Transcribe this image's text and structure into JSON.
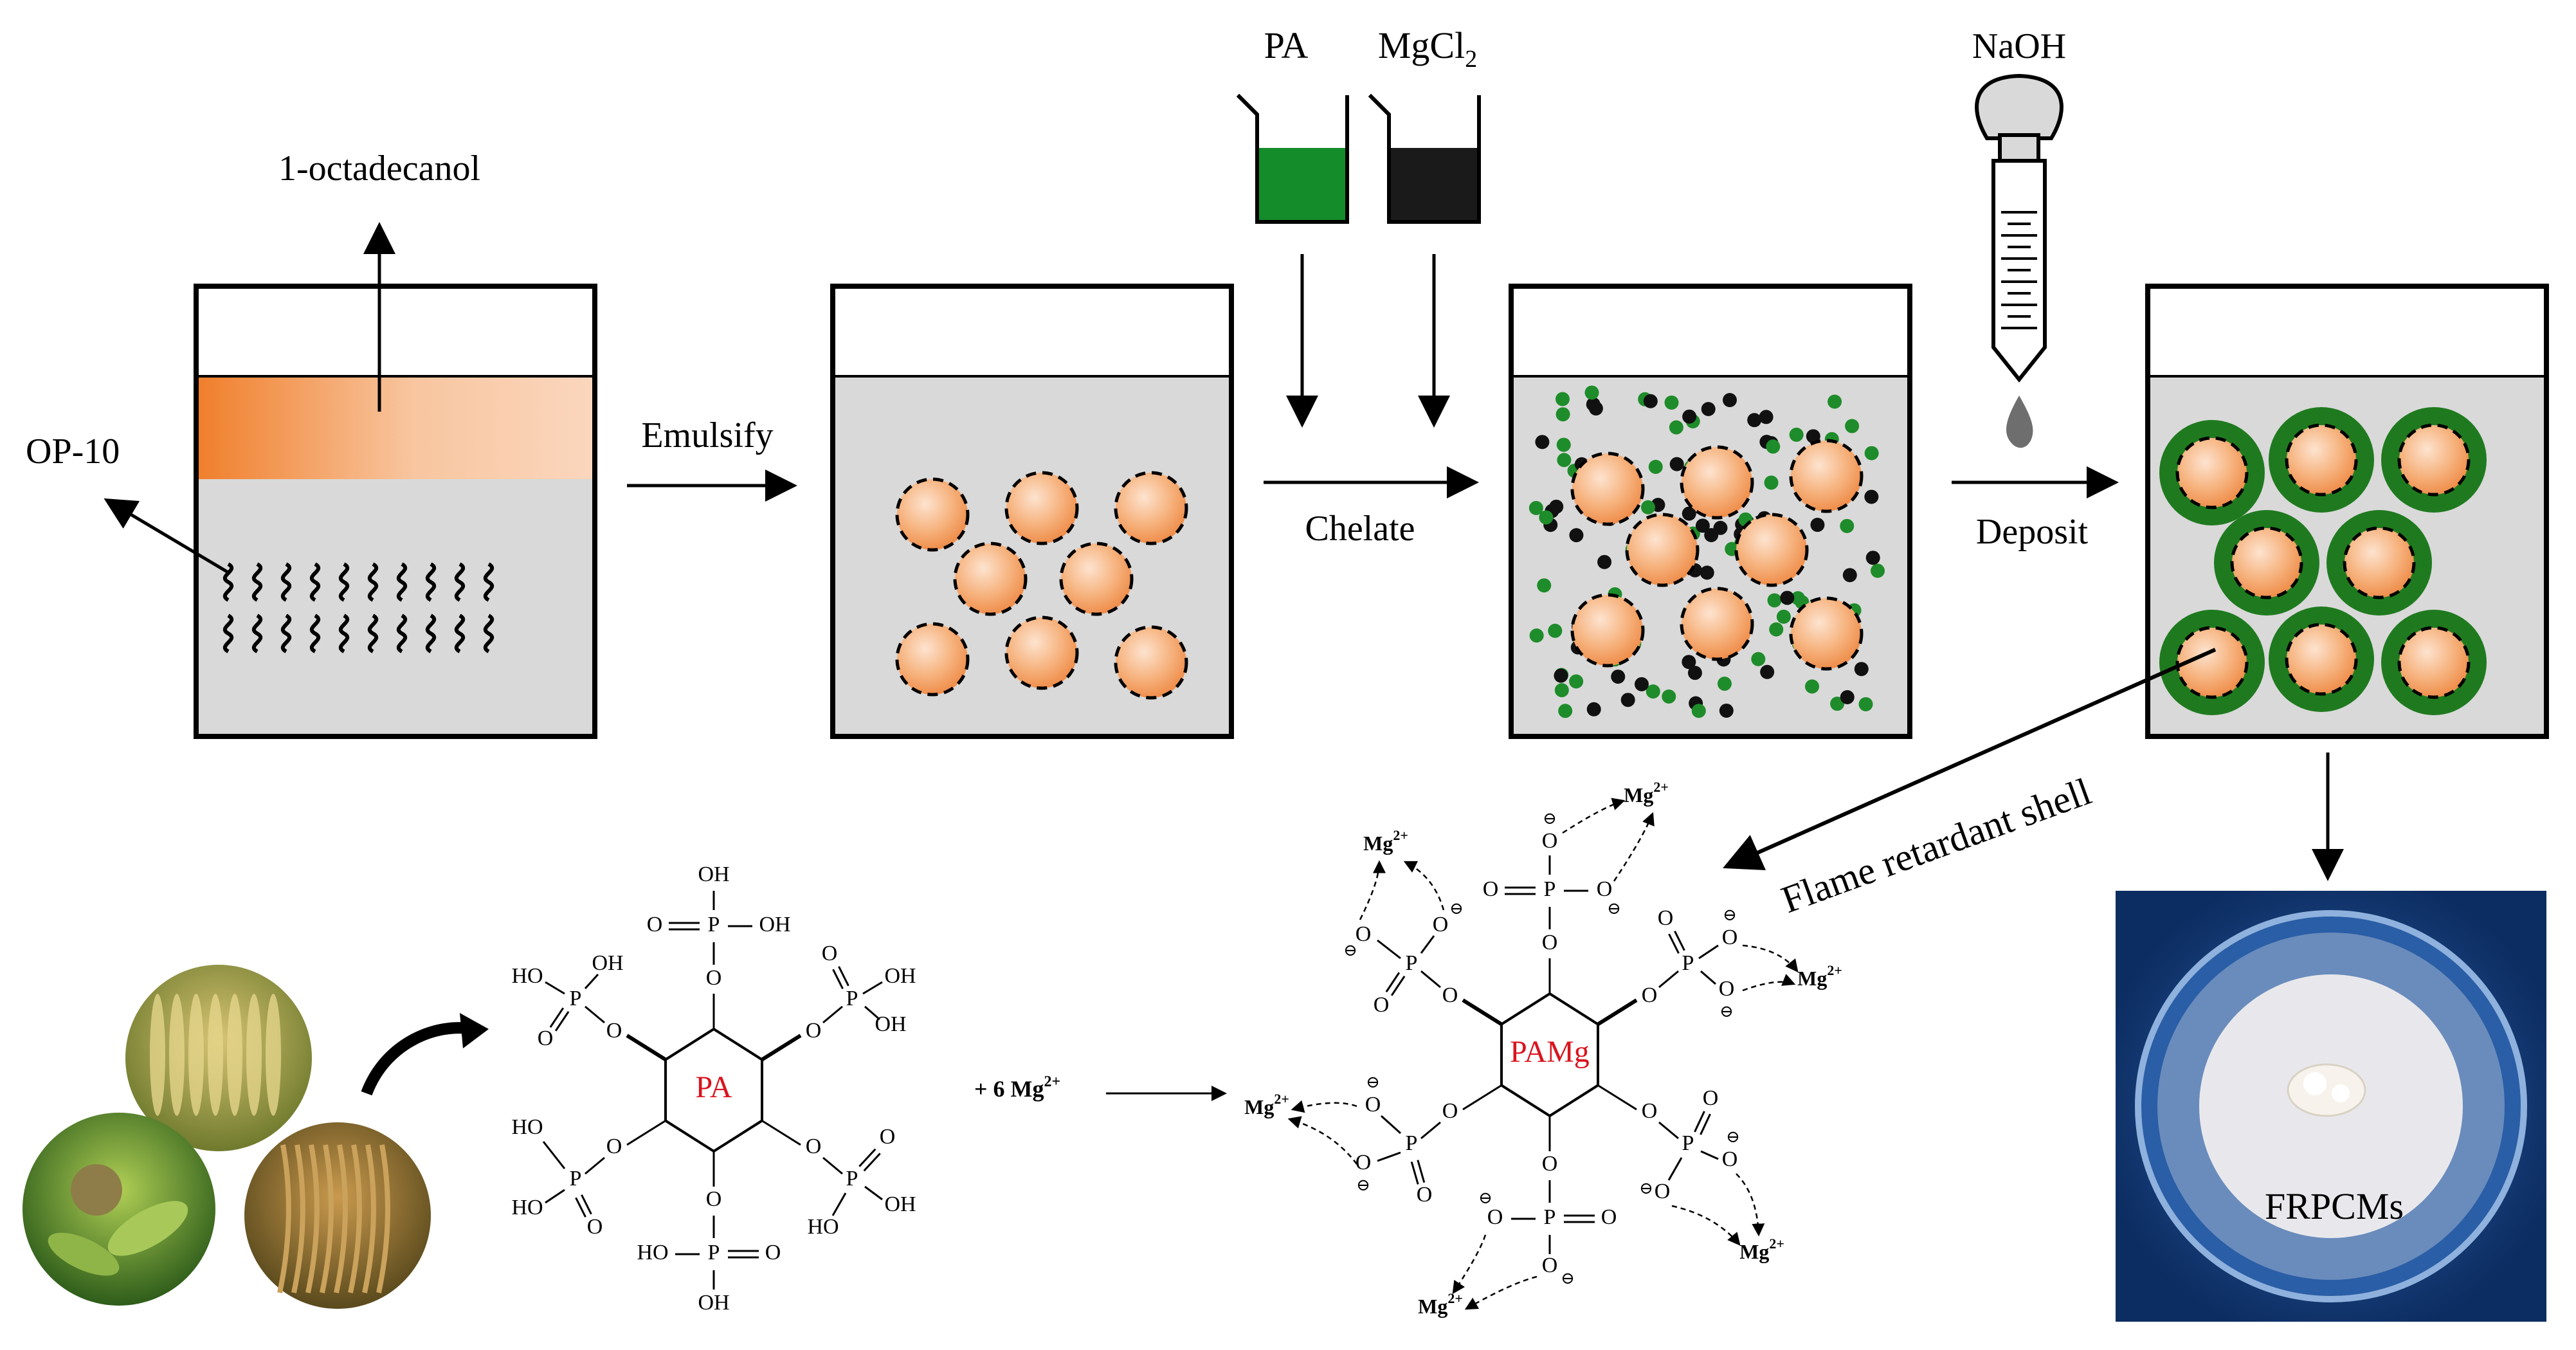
{
  "labels": {
    "octadecanol": "1-octadecanol",
    "op10": "OP-10",
    "emulsify": "Emulsify",
    "chelate": "Chelate",
    "deposit": "Deposit",
    "pa_reagent": "PA",
    "mgcl2_base": "MgCl",
    "mgcl2_sub": "2",
    "naoh": "NaOH",
    "flame_shell": "Flame retardant shell",
    "frpcms": "FRPCMs"
  },
  "molecule_pa": {
    "center": "PA",
    "groups": {
      "top": [
        "OH",
        "O",
        "P",
        "OH",
        "O"
      ],
      "plus_text": "+ 6 Mg",
      "charge": "2+"
    }
  },
  "molecule_pamg": {
    "center": "PAMg",
    "ion": "Mg",
    "ion_charge": "2+",
    "neg": "⊖"
  },
  "chem_text": {
    "oh": "OH",
    "ho": "HO",
    "o": "O",
    "p": "P",
    "plus": "+ 6 Mg",
    "plus_sup": "2+"
  },
  "colors": {
    "orange": "#f08a3e",
    "orange_light": "#fbd0b0",
    "liquid": "#d9d9d9",
    "green": "#1f7a1f",
    "green_solution": "#148c2a",
    "black_solution": "#1a1a1a",
    "red_text": "#d9141e",
    "photo_blue": "#0f3a78"
  }
}
